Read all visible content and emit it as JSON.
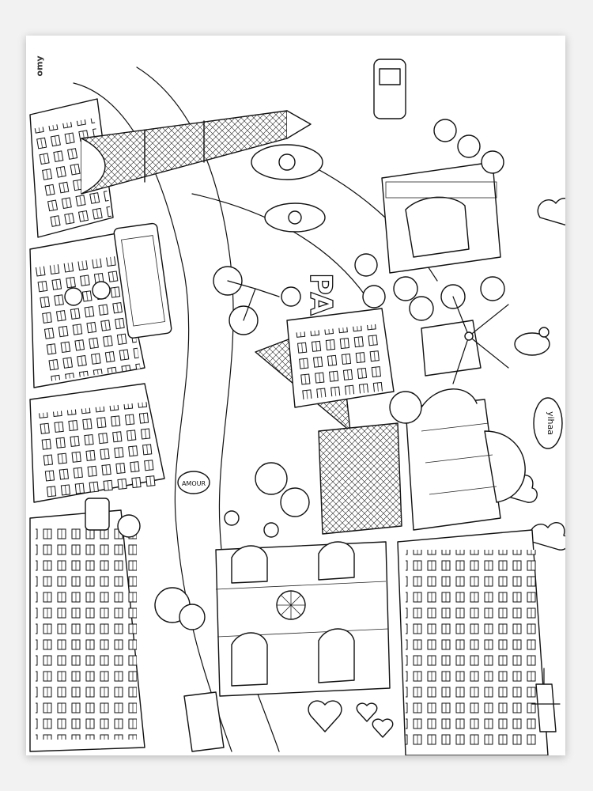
{
  "brand": {
    "name": "omy"
  },
  "labels": {
    "city": "PARIS",
    "amour": "AMOUR",
    "yihaa": "yihaa"
  },
  "colors": {
    "paper": "#ffffff",
    "ink": "#111111",
    "background": "#f2f2f2"
  }
}
